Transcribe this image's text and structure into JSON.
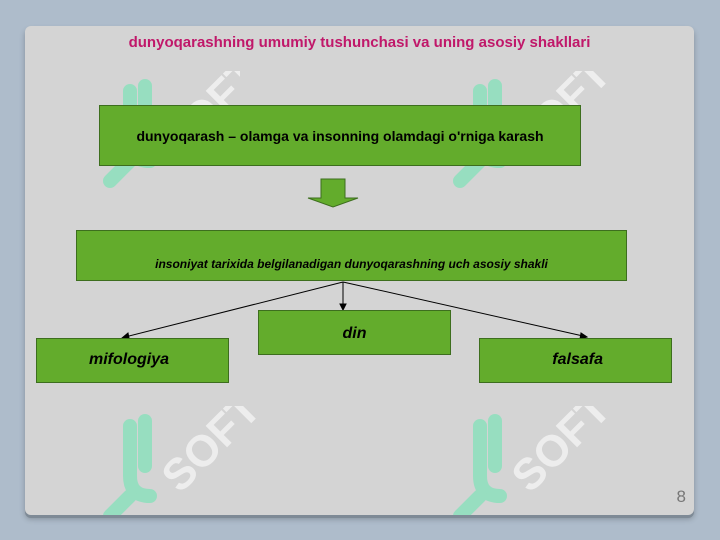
{
  "slide": {
    "title": "dunyoqarashning umumiy tushunchasi va uning asosiy shakllari",
    "definition": "dunyoqarash – olamga va insonning olamdagi o'rniga karash",
    "subtitle": "insoniyat tarixida belgilanadigan dunyoqarashning uch asosiy shakli",
    "forms": {
      "din": "din",
      "mifologiya": "mifologiya",
      "falsafa": "falsafa"
    },
    "page_number": "8"
  },
  "watermark": {
    "text": "SOFT",
    "color": "#ffffff",
    "logo_color": "#7ee3b8"
  },
  "colors": {
    "title": "#c0186a",
    "box_fill": "#63ac2c",
    "background": "#aebccb",
    "slide": "#d4d4d4"
  }
}
